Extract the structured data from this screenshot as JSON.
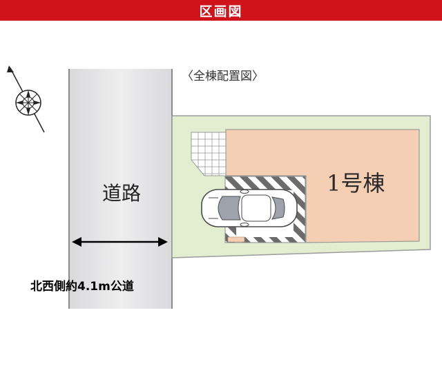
{
  "header": {
    "title": "区画図",
    "background": "#d0121b"
  },
  "plan": {
    "title": "〈全棟配置図〉",
    "road_label": "道路",
    "building_label": "1号棟",
    "road_width_label": "北西側約4.1m公道",
    "colors": {
      "road": "#e4e4e6",
      "lot": "#e3edcf",
      "building": "#f4cfb4",
      "garden_tile": "#ffffff",
      "parking": "#ffffff",
      "outline": "#9a9a9a"
    },
    "icons": [
      "compass-icon",
      "car-icon",
      "double-arrow-icon"
    ]
  }
}
